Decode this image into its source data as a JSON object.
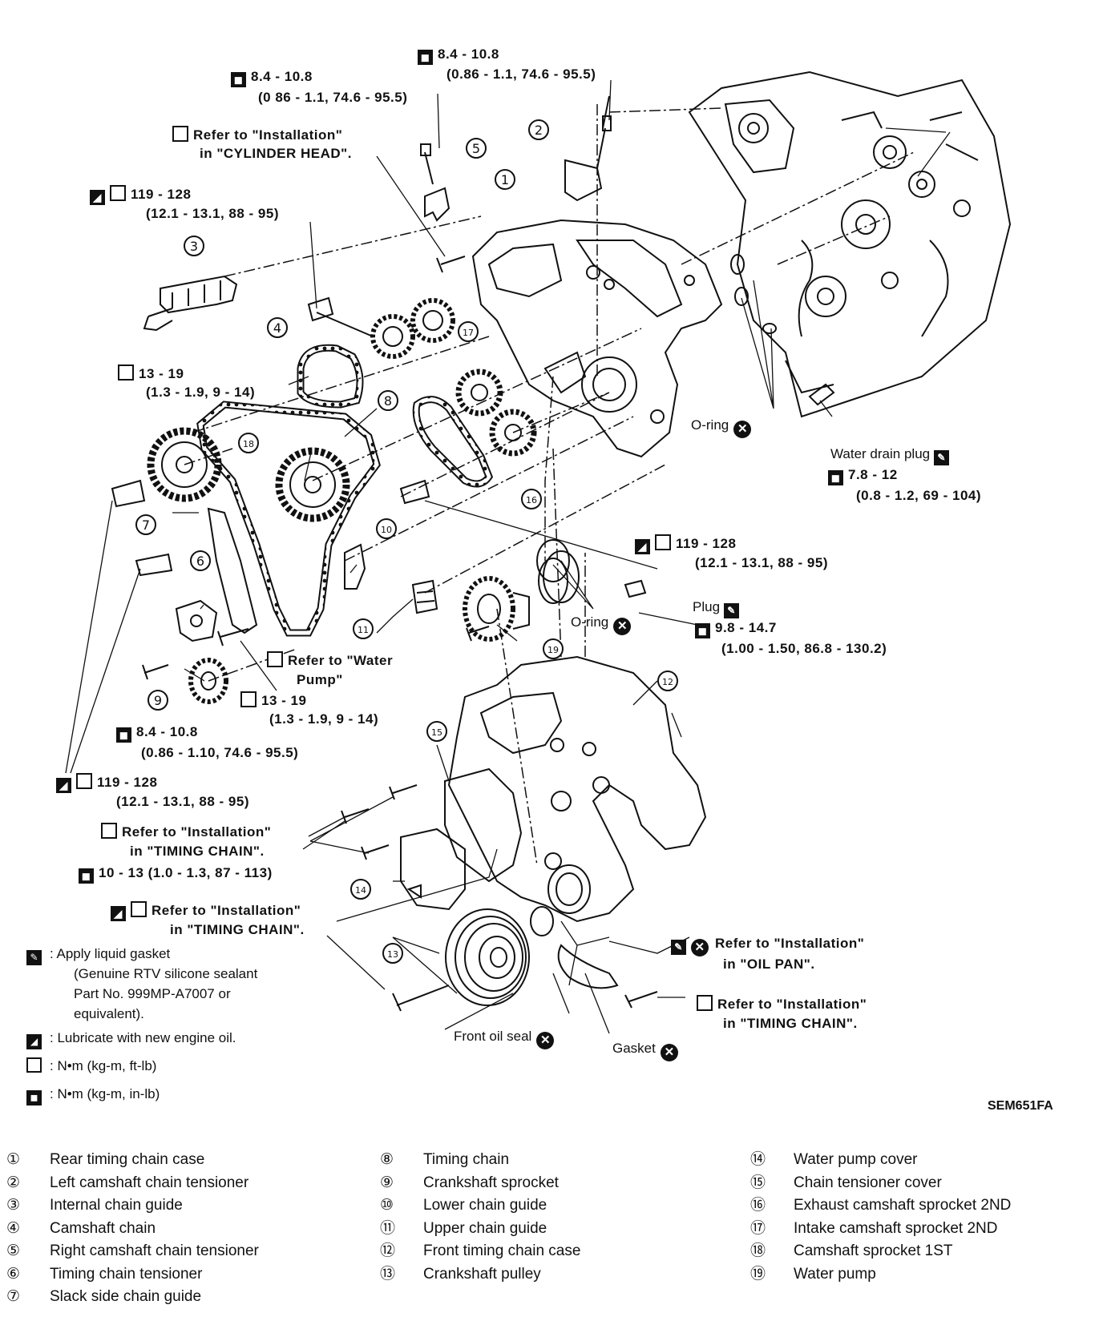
{
  "figure_code": "SEM651FA",
  "labels": {
    "t_top_right": "8.4 - 10.8",
    "t_top_right_sub": "(0.86 - 1.1, 74.6 - 95.5)",
    "t_top_left": "8.4 - 10.8",
    "t_top_left_sub": "(0 86 - 1.1, 74.6 - 95.5)",
    "ref_cyl_1": "Refer to \"Installation\"",
    "ref_cyl_2": "in \"CYLINDER HEAD\".",
    "t_119a": "119 - 128",
    "t_119a_sub": "(12.1 - 13.1, 88 - 95)",
    "t_13a": "13 - 19",
    "t_13a_sub": "(1.3 - 1.9, 9 - 14)",
    "oring_1": "O-ring",
    "water_drain": "Water drain plug",
    "t_78": "7.8 - 12",
    "t_78_sub": "(0.8 - 1.2, 69 - 104)",
    "t_119b": "119 - 128",
    "t_119b_sub": "(12.1 - 13.1, 88 - 95)",
    "plug": "Plug",
    "t_98": "9.8 - 14.7",
    "t_98_sub": "(1.00 - 1.50, 86.8 - 130.2)",
    "oring_2": "O-ring",
    "ref_wp_1": "Refer to \"Water",
    "ref_wp_2": "Pump\"",
    "t_13b": "13 - 19",
    "t_13b_sub": "(1.3 - 1.9, 9 - 14)",
    "t_84c": "8.4 - 10.8",
    "t_84c_sub": "(0.86 - 1.10, 74.6 - 95.5)",
    "t_119c": "119 - 128",
    "t_119c_sub": "(12.1 - 13.1, 88 - 95)",
    "ref_tc1_1": "Refer to \"Installation\"",
    "ref_tc1_2": "in \"TIMING CHAIN\".",
    "t_10": "10 - 13 (1.0 - 1.3, 87 - 113)",
    "ref_tc2_1": "Refer to \"Installation\"",
    "ref_tc2_2": "in \"TIMING CHAIN\".",
    "ref_op_1": "Refer to \"Installation\"",
    "ref_op_2": "in \"OIL PAN\".",
    "ref_tc3_1": "Refer to \"Installation\"",
    "ref_tc3_2": "in \"TIMING CHAIN\".",
    "front_oil_seal": "Front oil seal",
    "gasket": "Gasket"
  },
  "legend": {
    "gasket_1": ": Apply liquid gasket",
    "gasket_2": "(Genuine RTV silicone sealant",
    "gasket_3": "Part No. 999MP-A7007 or",
    "gasket_4": "equivalent).",
    "lube": ": Lubricate with new engine oil.",
    "nm_ftlb": ": N•m (kg-m, ft-lb)",
    "nm_inlb": ": N•m (kg-m, in-lb)"
  },
  "callouts": [
    "①",
    "②",
    "③",
    "④",
    "⑤",
    "⑥",
    "⑦",
    "⑧",
    "⑨",
    "⑩",
    "⑪",
    "⑫",
    "⑬",
    "⑭",
    "⑮",
    "⑯",
    "⑰",
    "⑱",
    "⑲"
  ],
  "parts": {
    "col1": [
      {
        "num": "①",
        "name": "Rear timing chain case"
      },
      {
        "num": "②",
        "name": "Left camshaft chain tensioner"
      },
      {
        "num": "③",
        "name": "Internal chain guide"
      },
      {
        "num": "④",
        "name": "Camshaft chain"
      },
      {
        "num": "⑤",
        "name": "Right camshaft chain tensioner"
      },
      {
        "num": "⑥",
        "name": "Timing chain tensioner"
      },
      {
        "num": "⑦",
        "name": "Slack side chain guide"
      }
    ],
    "col2": [
      {
        "num": "⑧",
        "name": "Timing chain"
      },
      {
        "num": "⑨",
        "name": "Crankshaft sprocket"
      },
      {
        "num": "⑩",
        "name": "Lower chain guide"
      },
      {
        "num": "⑪",
        "name": "Upper chain guide"
      },
      {
        "num": "⑫",
        "name": "Front timing chain case"
      },
      {
        "num": "⑬",
        "name": "Crankshaft pulley"
      }
    ],
    "col3": [
      {
        "num": "⑭",
        "name": "Water pump cover"
      },
      {
        "num": "⑮",
        "name": "Chain tensioner cover"
      },
      {
        "num": "⑯",
        "name": "Exhaust camshaft sprocket 2ND"
      },
      {
        "num": "⑰",
        "name": "Intake camshaft sprocket 2ND"
      },
      {
        "num": "⑱",
        "name": "Camshaft sprocket 1ST"
      },
      {
        "num": "⑲",
        "name": "Water pump"
      }
    ]
  }
}
